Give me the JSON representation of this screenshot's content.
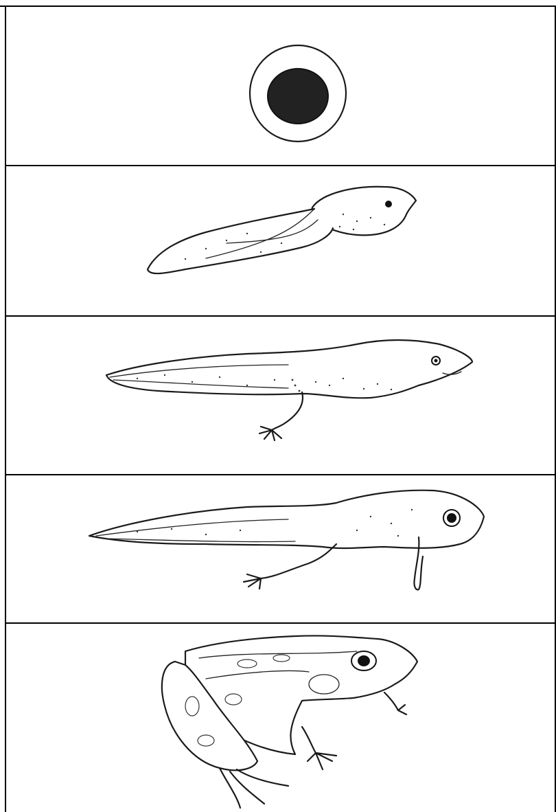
{
  "diagram": {
    "stages": [
      {
        "id": "egg",
        "icon": "frog-egg-icon"
      },
      {
        "id": "tadpole",
        "icon": "tadpole-icon"
      },
      {
        "id": "tadpole-with-hind-legs",
        "icon": "tadpole-hind-legs-icon"
      },
      {
        "id": "tadpole-with-four-legs",
        "icon": "tadpole-four-legs-icon"
      },
      {
        "id": "adult-frog",
        "icon": "adult-frog-icon"
      }
    ],
    "colors": {
      "ink": "#1a1a1a",
      "background": "#ffffff",
      "border": "#000000"
    }
  }
}
